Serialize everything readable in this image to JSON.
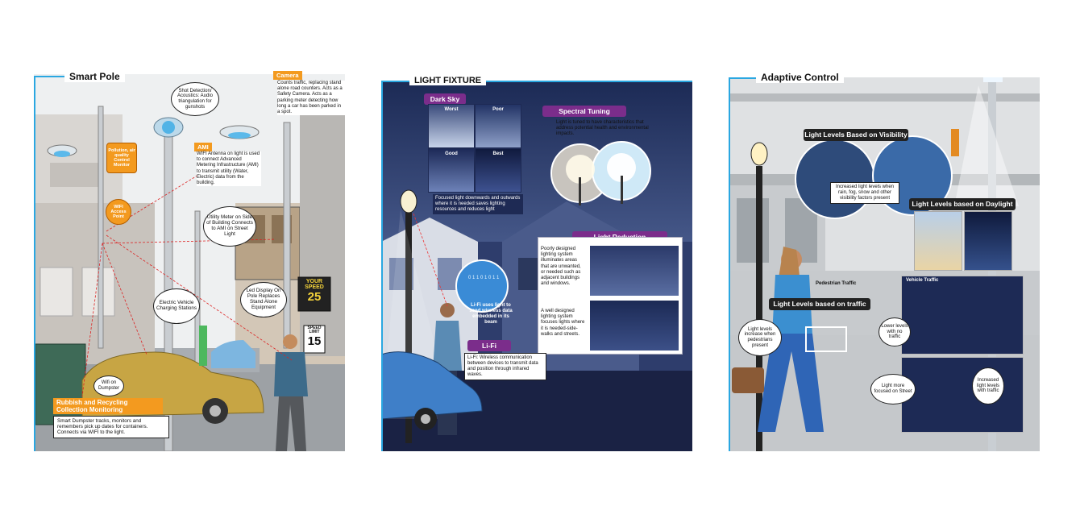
{
  "smart_pole": {
    "title": "Smart Pole",
    "shot_detection": "Shot Detection/ Acoustics: Audio triangulation for gunshots",
    "pollution": "Pollution, air quality Control Monitor",
    "wifi_access": "WIFI Access Point",
    "camera_title": "Camera",
    "camera_text": "Counts traffic, replacing stand alone road counters. Acts as a Safety Camera. Acts as a parking meter detecting how long a car has been parked in a spot.",
    "ami_title": "AMI",
    "ami_text": "WIFI Antenna on light is used to connect Advanced Metering Infrastructure (AMI) to transmit utility (Water, Electric) data from the building.",
    "utility_meter": "Utility Meter on Side of Building Connects to AMI on Street Light",
    "ev_charging": "Electric Vehicle Charging Stations",
    "led_display": "Led Display On Pole Replaces Stand Alone Equipment",
    "your_speed_1": "YOUR",
    "your_speed_2": "SPEED",
    "speed_value": "25",
    "speed_limit_1": "SPEED",
    "speed_limit_2": "LIMIT",
    "speed_limit_value": "15",
    "wifi_dumpster": "Wifi on Dumpster",
    "rubbish_title": "Rubbish and Recycling Collection Monitoring",
    "rubbish_text": "Smart Dumpster tracks, monitors and remembers pick up dates for containers. Connects via WIFI to the light."
  },
  "light_fixture": {
    "title": "LIGHT FIXTURE",
    "dark_sky": "Dark Sky",
    "worst": "Worst",
    "poor": "Poor",
    "good": "Good",
    "best": "Best",
    "dark_sky_text": "Focused light downwards and outwards where it is needed saves lighting resources and reduces light",
    "spectral_title": "Spectral Tuning",
    "spectral_text": "Light is tuned to have characteristics that address potential health and environmental impacts.",
    "reduction_title": "Light  Reduction",
    "reduction_poor": "Poorly designed lighting system illuminates areas that are unwanted, or needed such as adjacent buildings and windows.",
    "reduction_good": "A well designed lighting system focuses lights where it is needed-side-walks and streets.",
    "lifi_bubble": "Li-Fi uses light to send wireless data embedded in its beam",
    "lifi_title": "Li-Fi",
    "lifi_text": "Li-Fi: Wireless communication between devices to transmit data and position through infrared waves.",
    "binary_text": "0 1 1 0 1 0 1 1"
  },
  "adaptive_control": {
    "title": "Adaptive Control",
    "visibility_title": "Light Levels Based on Visibility",
    "visibility_text": "Increased light levels when rain, fog, snow and other visibility factors present",
    "daylight_title": "Light Levels based on Daylight",
    "pedestrian_traffic": "Pedestrian Traffic",
    "traffic_title": "Light Levels based on traffic",
    "vehicle_traffic": "Vehicle Traffic",
    "ped_increase": "Light levels increase when pedestrians present",
    "lower_levels": "Lower levels with no traffic",
    "more_focused": "Light more focused on Street",
    "increased_traffic": "Increased light levels with traffic"
  }
}
